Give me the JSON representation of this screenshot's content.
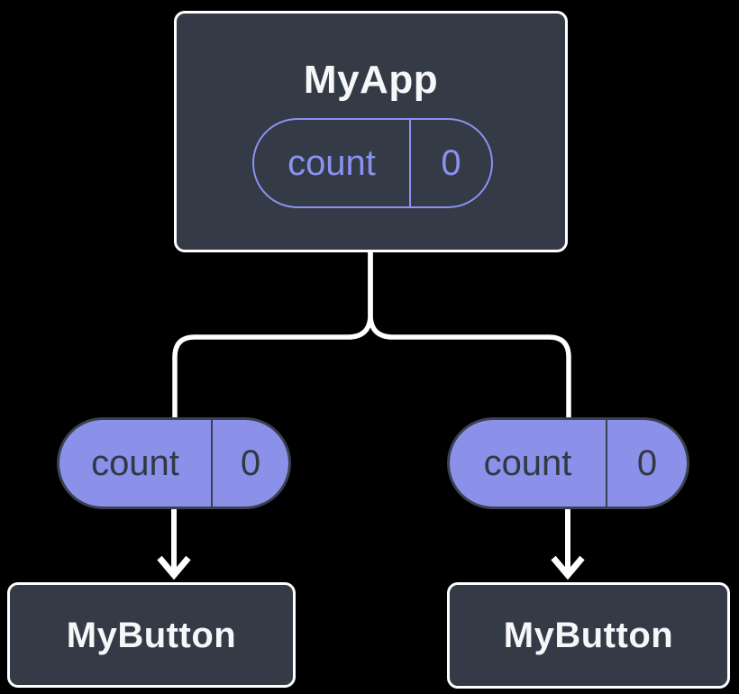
{
  "colors": {
    "background": "#000000",
    "node_fill": "#343A46",
    "node_border": "#FFFFFF",
    "node_text": "#F6F7F9",
    "pill_outline": "#8A92F0",
    "pill_fill": "#8B90E9",
    "pill_dark_text": "#333845",
    "pill_dark_border": "#3A4150",
    "connector": "#FFFFFF"
  },
  "tree": {
    "root": {
      "title": "MyApp",
      "state": {
        "key": "count",
        "value": "0"
      }
    },
    "children": [
      {
        "title": "MyButton",
        "prop": {
          "key": "count",
          "value": "0"
        }
      },
      {
        "title": "MyButton",
        "prop": {
          "key": "count",
          "value": "0"
        }
      }
    ]
  }
}
